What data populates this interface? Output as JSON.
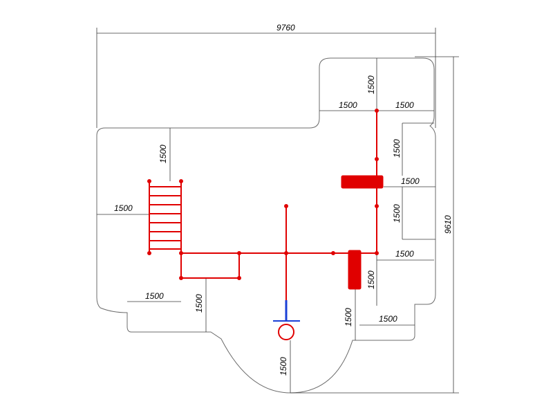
{
  "colors": {
    "equipment": "#e00000",
    "seat": "#1a3fd6",
    "outline": "#6b6b6b",
    "dimension": "#3a3a3a"
  },
  "dimensions": {
    "overall_width": "9760",
    "overall_height": "9610",
    "top_right_vertical": "1500",
    "top_left_horizontal": "1500",
    "top_right_horizontal": "1500",
    "left_top_vertical": "1500",
    "right_upper_vertical": "1500",
    "right_upper_horizontal": "1500",
    "left_horizontal": "1500",
    "right_middle_vertical": "1500",
    "right_middle_horizontal": "1500",
    "right_lower_vertical": "1500",
    "bottom_left_horizontal": "1500",
    "bottom_left_vertical": "1500",
    "bottom_right_vertical": "1500",
    "bottom_right_horizontal": "1500",
    "bottom_center_vertical": "1500"
  }
}
